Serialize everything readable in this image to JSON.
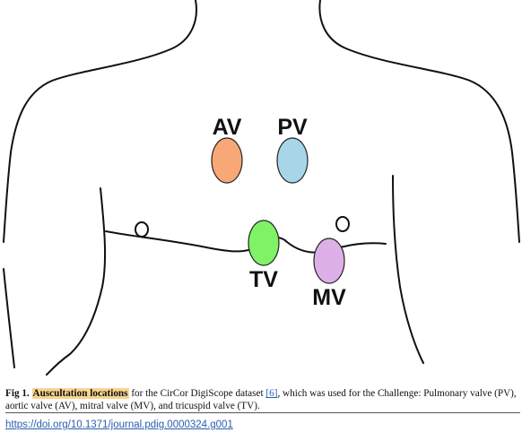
{
  "figure": {
    "valves": [
      {
        "label": "AV",
        "color": "#f7a876"
      },
      {
        "label": "PV",
        "color": "#a8d6e8"
      },
      {
        "label": "TV",
        "color": "#80f266"
      },
      {
        "label": "MV",
        "color": "#deb0e8"
      }
    ]
  },
  "caption": {
    "fig_number": "Fig 1.",
    "highlight": "Auscultation locations",
    "text_before_ref": " for the CirCor DigiScope dataset ",
    "ref": "[6]",
    "text_after_ref": ", which was used for the Challenge: Pulmonary valve (PV), aortic valve (AV), mitral valve (MV), and tricuspid valve (TV)."
  },
  "doi": "https://doi.org/10.1371/journal.pdig.0000324.g001"
}
